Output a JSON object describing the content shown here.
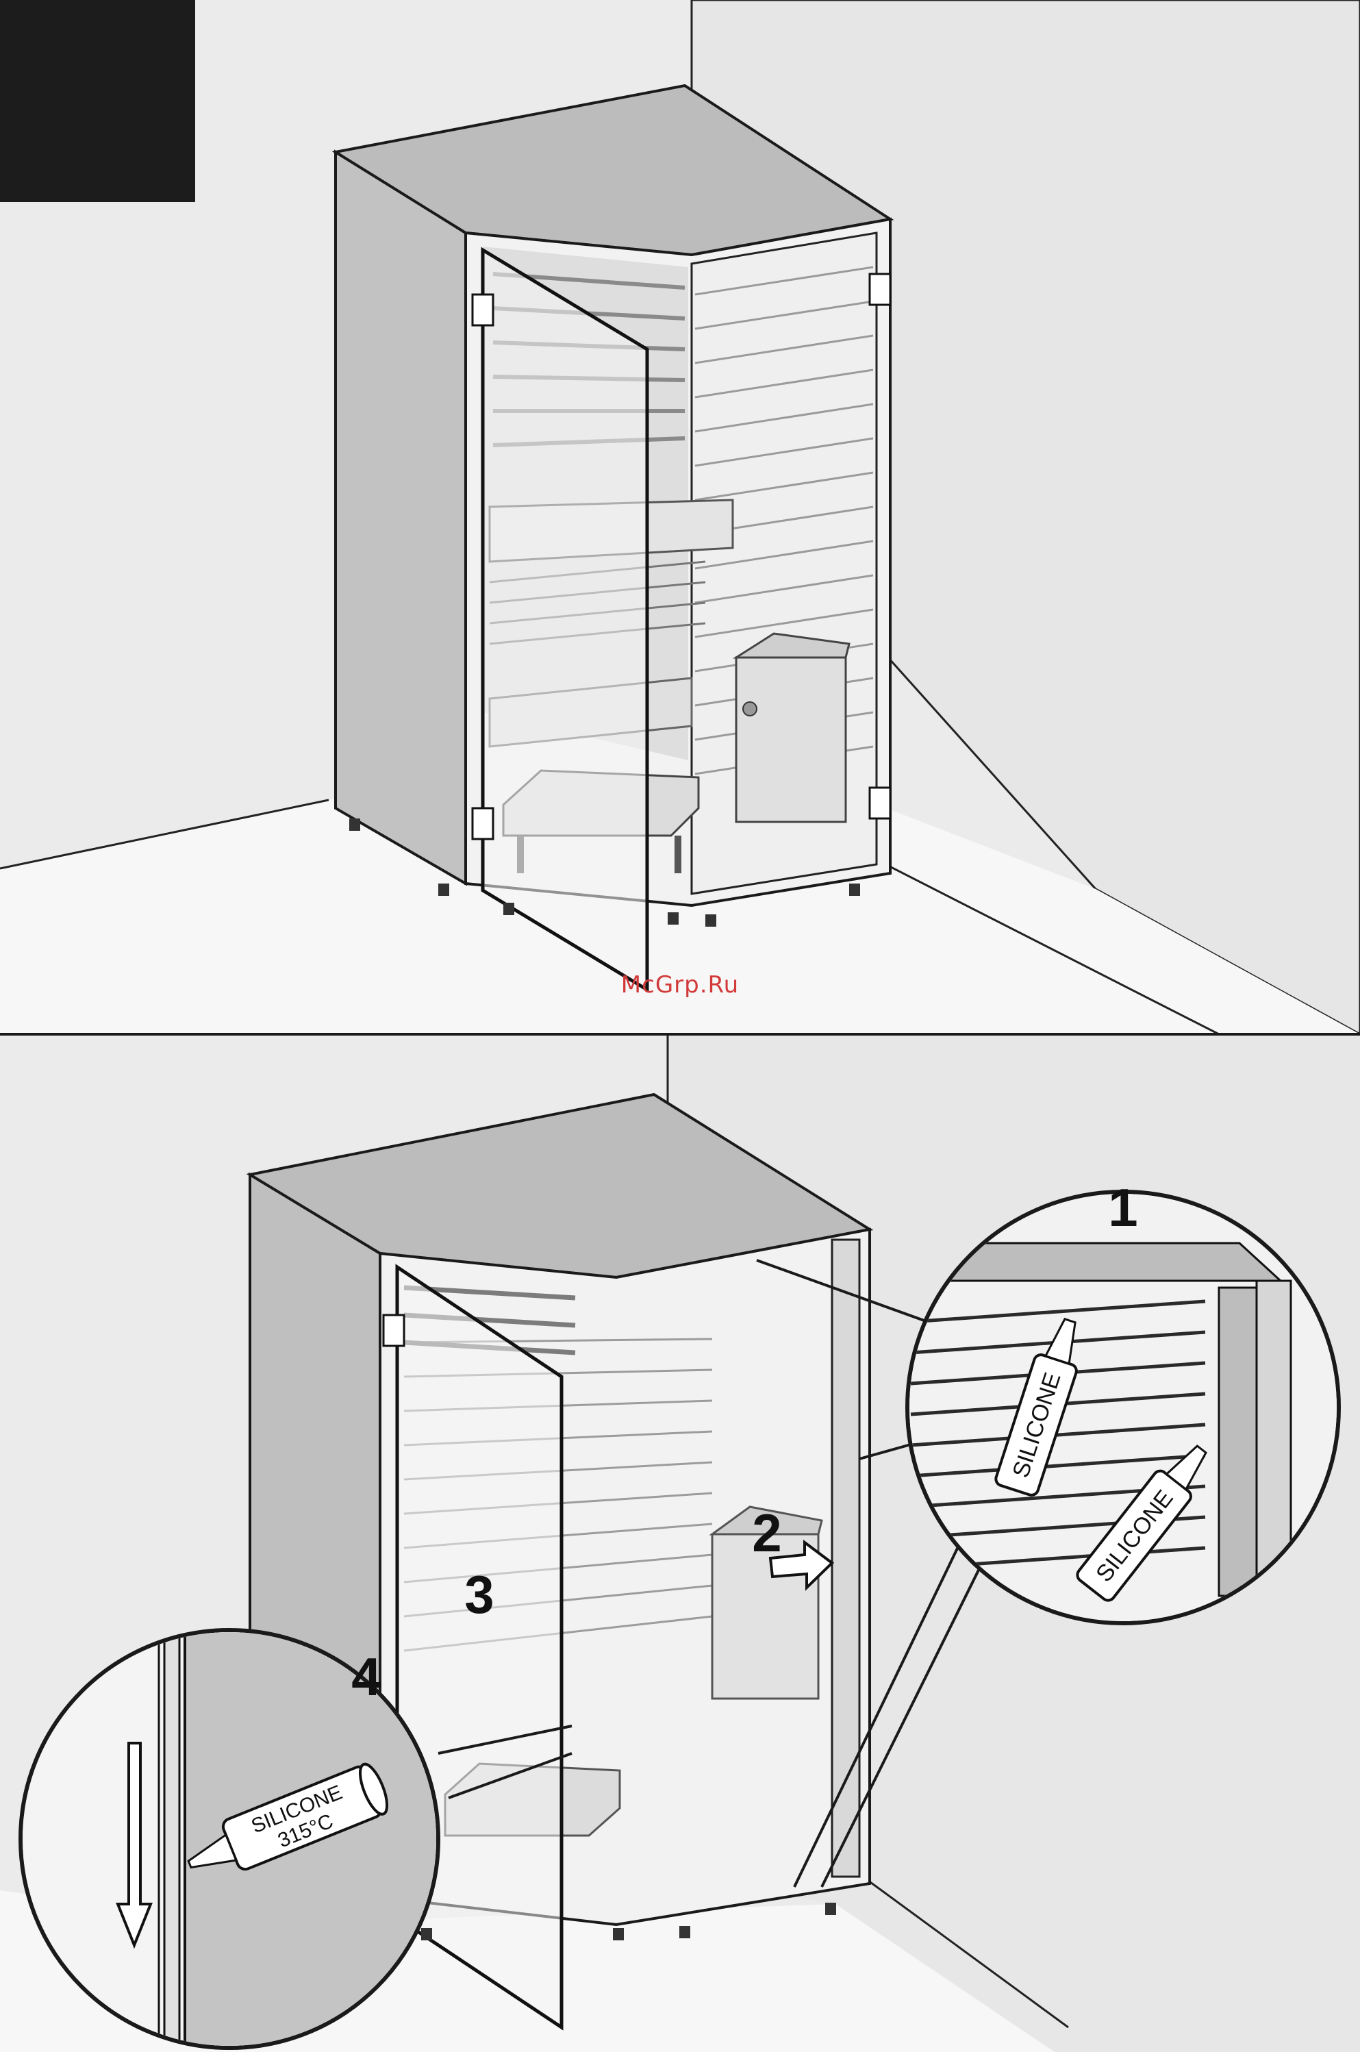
{
  "watermark": {
    "text": "McGrp.Ru",
    "color": "#d23a3a"
  },
  "steps": {
    "s1": "1",
    "s2": "2",
    "s3": "3",
    "s4": "4"
  },
  "tubes": {
    "upper": "SILICONE",
    "lower": "SILICONE",
    "bottom_line1": "SILICONE",
    "bottom_line2": "315°C"
  },
  "colors": {
    "wall": "#ebebeb",
    "wall_side": "#d9d9d9",
    "floor": "#f6f6f6",
    "cabin": "#bdbdbd",
    "cabin_dark": "#a8a8a8",
    "glass": "#f1f1f1",
    "ink": "#1a1a1a",
    "corner_block": "#1c1c1c"
  }
}
